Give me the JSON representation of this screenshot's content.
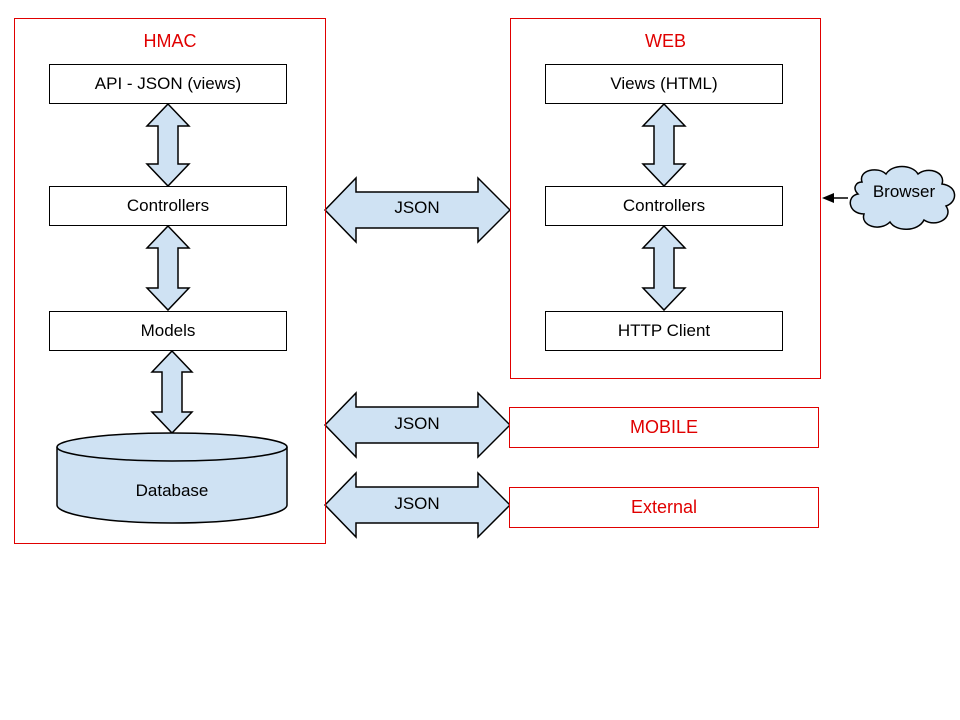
{
  "hmac": {
    "title": "HMAC",
    "api": "API - JSON (views)",
    "controllers": "Controllers",
    "models": "Models",
    "database": "Database"
  },
  "web": {
    "title": "WEB",
    "views": "Views (HTML)",
    "controllers": "Controllers",
    "http_client": "HTTP Client"
  },
  "browser": "Browser",
  "connections": {
    "web_json": "JSON",
    "mobile_json": "JSON",
    "external_json": "JSON"
  },
  "mobile": "MOBILE",
  "external": "External",
  "colors": {
    "frame_border": "#e00000",
    "arrow_fill": "#cfe2f3",
    "stroke": "#000000"
  }
}
